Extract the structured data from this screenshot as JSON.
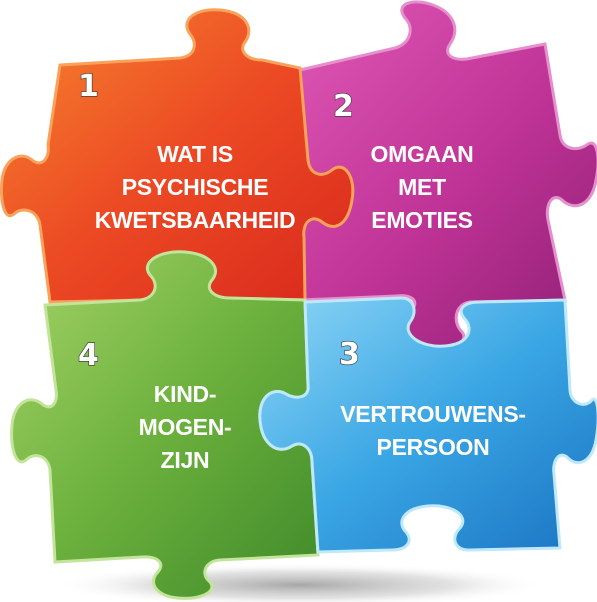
{
  "pieces": [
    {
      "id": "piece-1",
      "number": "1",
      "lines": [
        "WAT IS",
        "PSYCHISCHE",
        "KWETSBAARHEID"
      ],
      "color": "#e8412a"
    },
    {
      "id": "piece-2",
      "number": "2",
      "lines": [
        "OMGAAN",
        "MET",
        "EMOTIES"
      ],
      "color": "#c2369a"
    },
    {
      "id": "piece-3",
      "number": "3",
      "lines": [
        "VERTROUWENS-",
        "PERSOON"
      ],
      "color": "#3aa3e0"
    },
    {
      "id": "piece-4",
      "number": "4",
      "lines": [
        "KIND-",
        "MOGEN-",
        "ZIJN"
      ],
      "color": "#6bb23a"
    }
  ]
}
